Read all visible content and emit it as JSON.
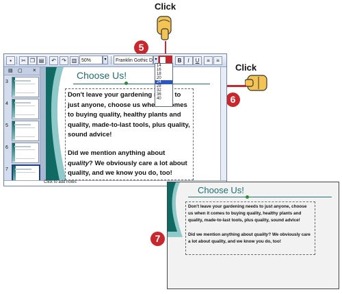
{
  "callouts": {
    "click_top": "Click",
    "click_right": "Click",
    "step5": "5",
    "step6": "6",
    "step7": "7"
  },
  "toolbar": {
    "zoom": "50%",
    "font_name": "Franklin Gothic Demi",
    "font_size": "",
    "bold": "B",
    "italic": "I",
    "underline": "U"
  },
  "size_list": [
    "14",
    "16",
    "18",
    "20",
    "24",
    "28",
    "32",
    "36",
    "40"
  ],
  "size_list_selected": "24",
  "thumbnails": [
    {
      "num": "3"
    },
    {
      "num": "4"
    },
    {
      "num": "5"
    },
    {
      "num": "6"
    },
    {
      "num": "7"
    }
  ],
  "slide": {
    "title": "Choose Us!",
    "para1": "Don't leave your gardening needs to just anyone, choose us when it comes to buying quality, healthy plants and quality, made-to-last tools, plus quality, sound advice!",
    "para2_before": "Did we mention anything about ",
    "para2_italic": "quality",
    "para2_after": "? We obviously care a lot about quality, and we know you do, too!"
  },
  "notes_placeholder": "Click to add notes",
  "colors": {
    "accent_red": "#c8272d",
    "title_teal": "#1e6e6e",
    "swoosh_dark": "#0e6a62"
  }
}
